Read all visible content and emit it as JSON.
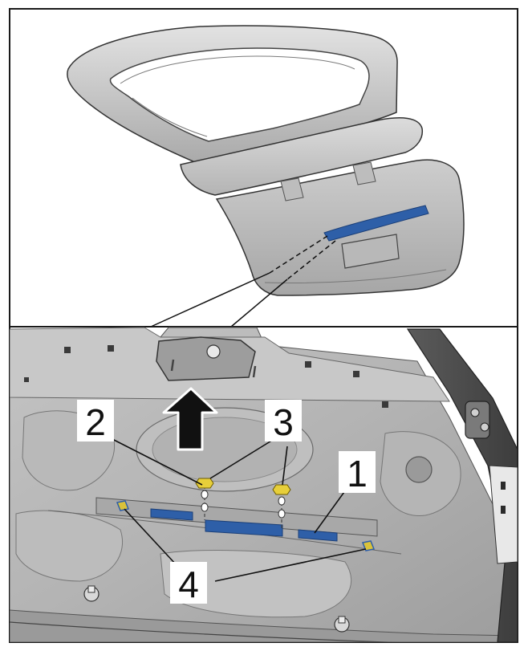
{
  "figure": {
    "top_panel": {
      "view": "tailgate-exterior"
    },
    "bottom_panel": {
      "view": "tailgate-inner-detail"
    },
    "callouts": [
      {
        "id": "1",
        "label": "1",
        "target": "blue-pad-right"
      },
      {
        "id": "2",
        "label": "2",
        "target": "center-bracket"
      },
      {
        "id": "3",
        "label": "3",
        "target": "nut-pair"
      },
      {
        "id": "4",
        "label": "4",
        "target": "clip-pair"
      }
    ],
    "direction_arrow": {
      "icon": "up-arrow-icon",
      "direction": "up"
    },
    "colors": {
      "panel_metal": "#c9c9c9",
      "metal_dark": "#8e8e8e",
      "metal_light": "#e6e6e6",
      "blue_part": "#2e5fa8",
      "nut_yellow": "#e7cf3a",
      "outline": "#1a1a1a",
      "background": "#ffffff"
    }
  }
}
